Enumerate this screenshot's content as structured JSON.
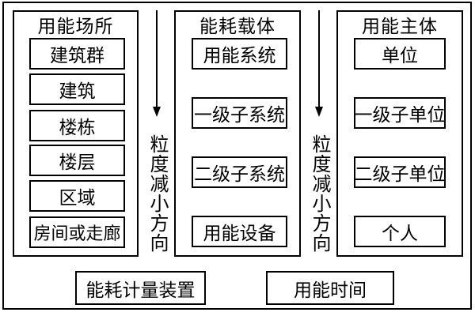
{
  "diagram": {
    "columns": [
      {
        "title": "用能场所",
        "items": [
          "建筑群",
          "建筑",
          "楼栋",
          "楼层",
          "区域",
          "房间或走廊"
        ]
      },
      {
        "title": "能耗载体",
        "items": [
          "用能系统",
          "一级子系统",
          "二级子系统",
          "用能设备"
        ]
      },
      {
        "title": "用能主体",
        "items": [
          "单位",
          "一级子单位",
          "二级子单位",
          "个人"
        ]
      }
    ],
    "arrows": [
      {
        "label": "粒度减小方向"
      },
      {
        "label": "粒度减小方向"
      }
    ],
    "bottom_boxes": [
      "能耗计量装置",
      "用能时间"
    ],
    "colors": {
      "line": "#000000",
      "background": "#ffffff"
    }
  }
}
